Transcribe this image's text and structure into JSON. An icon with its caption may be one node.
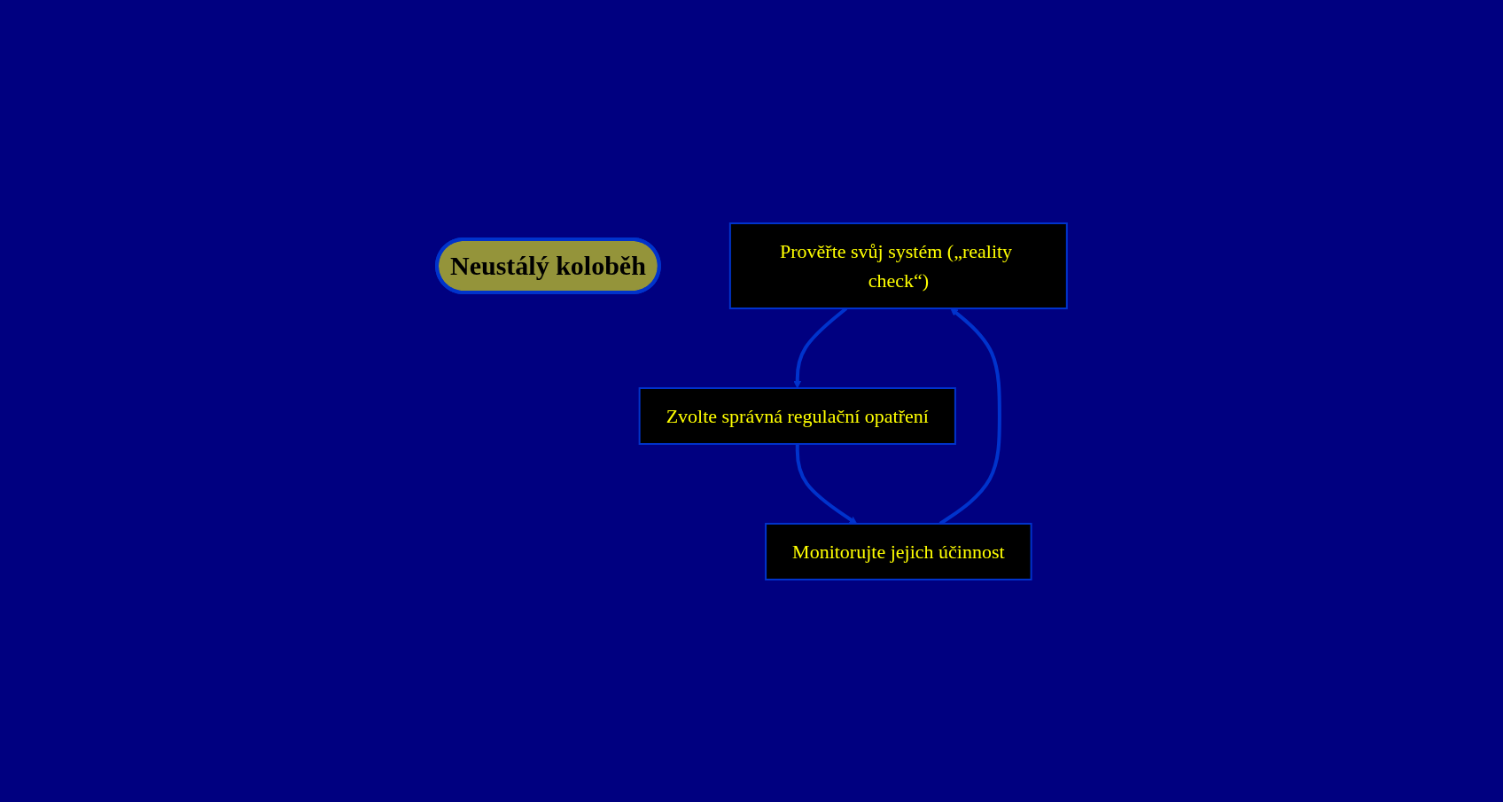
{
  "diagram": {
    "nodes": [
      {
        "text": [
          "Neustálý koloběh"
        ]
      },
      {
        "text": [
          "Prověřte svůj systém („reality check“)"
        ]
      },
      {
        "text": [
          "Zvolte správná regulační opatření"
        ]
      },
      {
        "text": [
          "Monitorujte jejich účinnost"
        ]
      }
    ],
    "edges": [
      {
        "from": 1,
        "to": 2,
        "arrow": "to"
      },
      {
        "from": 2,
        "to": 3,
        "arrow": "to"
      },
      {
        "from": 3,
        "to": 1,
        "arrow": "to"
      }
    ]
  }
}
